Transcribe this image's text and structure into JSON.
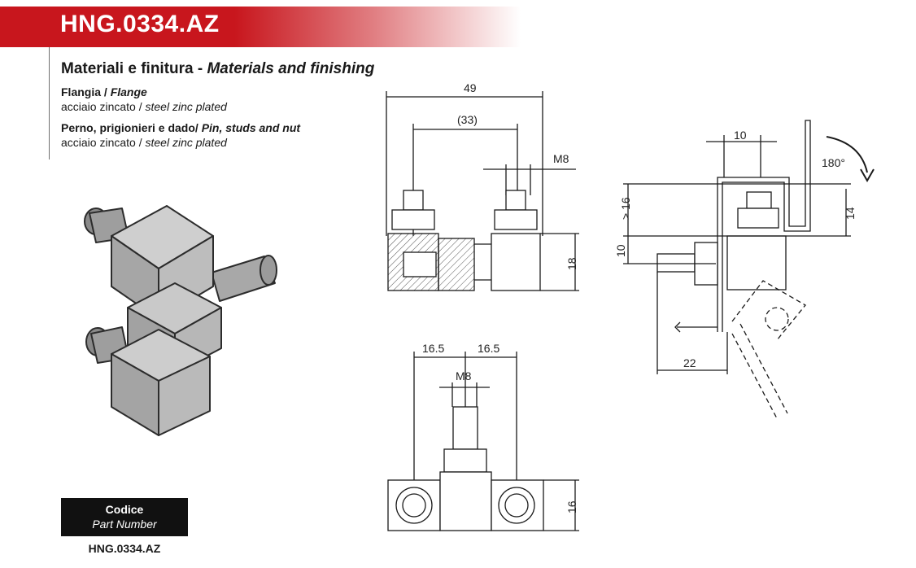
{
  "header": {
    "product_code": "HNG.0334.AZ",
    "band_color": "#c8161d"
  },
  "materials": {
    "title_it": "Materiali e finitura - ",
    "title_en": "Materials and finishing",
    "items": [
      {
        "label_it": "Flangia / ",
        "label_en": "Flange",
        "value_it": "acciaio zincato / ",
        "value_en": "steel zinc plated"
      },
      {
        "label_it": "Perno, prigionieri e dado/ ",
        "label_en": "Pin, studs and nut",
        "value_it": "acciaio zincato / ",
        "value_en": "steel zinc plated"
      }
    ]
  },
  "part_box": {
    "label_it": "Codice",
    "label_en": "Part Number",
    "value": "HNG.0334.AZ"
  },
  "drawings": {
    "side_view": {
      "overall": "49",
      "center": "(33)",
      "thread": "M8",
      "height": "18"
    },
    "top_view": {
      "left": "16.5",
      "right": "16.5",
      "thread": "M8",
      "height": "16"
    },
    "install_view": {
      "width": "10",
      "rotation": "180°",
      "min_thickness": "> 16",
      "offset": "10",
      "stud_height": "14",
      "stud_projection": "22"
    }
  }
}
